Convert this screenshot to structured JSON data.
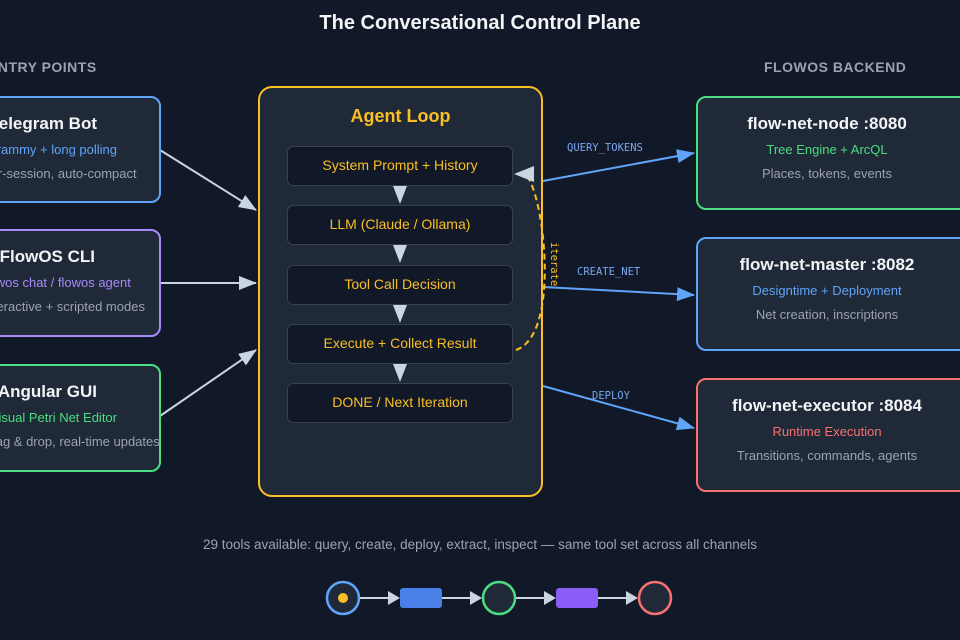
{
  "title": "The Conversational Control Plane",
  "sections": {
    "entry_points": "ENTRY POINTS",
    "backend": "FLOWOS BACKEND"
  },
  "entry_points": [
    {
      "name": "Telegram Bot",
      "sub": "Grammy + long polling",
      "desc": "Per-session, auto-compact",
      "color": "#60a5fa"
    },
    {
      "name": "FlowOS CLI",
      "sub": "flowos chat / flowos agent",
      "desc": "Interactive + scripted modes",
      "color": "#a78bfa"
    },
    {
      "name": "Angular GUI",
      "sub": "Visual Petri Net Editor",
      "desc": "Drag & drop, real-time updates",
      "color": "#4ade80"
    }
  ],
  "agent_loop": {
    "title": "Agent Loop",
    "color": "#fbbf24",
    "steps": [
      "System Prompt + History",
      "LLM (Claude / Ollama)",
      "Tool Call Decision",
      "Execute + Collect Result",
      "DONE / Next Iteration"
    ],
    "iterate_label": "iterate"
  },
  "backend": [
    {
      "name": "flow-net-node :8080",
      "sub": "Tree Engine + ArcQL",
      "desc": "Places, tokens, events",
      "color": "#4ade80",
      "edge_label": "QUERY_TOKENS"
    },
    {
      "name": "flow-net-master :8082",
      "sub": "Designtime + Deployment",
      "desc": "Net creation, inscriptions",
      "color": "#60a5fa",
      "edge_label": "CREATE_NET"
    },
    {
      "name": "flow-net-executor :8084",
      "sub": "Runtime Execution",
      "desc": "Transitions, commands, agents",
      "color": "#f87171",
      "edge_label": "DEPLOY"
    }
  ],
  "footer": "29 tools available: query, create, deploy, extract, inspect — same tool set across all channels",
  "petri_legend": [
    {
      "kind": "place",
      "stroke": "#60a5fa",
      "token": true
    },
    {
      "kind": "transition",
      "fill": "#4a7fe8"
    },
    {
      "kind": "place",
      "stroke": "#4ade80",
      "token": false
    },
    {
      "kind": "transition",
      "fill": "#8b5cf6"
    },
    {
      "kind": "place",
      "stroke": "#f87171",
      "token": false
    }
  ]
}
